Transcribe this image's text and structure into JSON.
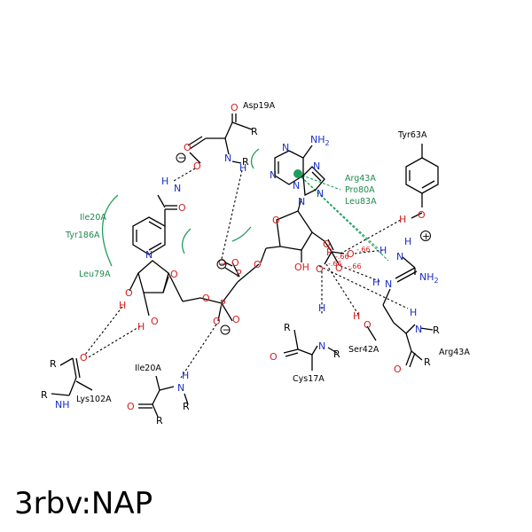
{
  "title": "3rbv:NAP",
  "colors": {
    "carbon_bonds": "#000000",
    "oxygen": "#d42020",
    "nitrogen": "#1a2fc9",
    "hydrophobic": "#1f9d5a",
    "distance": "#d42020"
  },
  "residues": {
    "asp19": "Asp19A",
    "tyr63": "Tyr63A",
    "arg43_contact": "Arg43A",
    "pro80": "Pro80A",
    "leu83": "Leu83A",
    "ile20_contact": "Ile20A",
    "tyr186": "Tyr186A",
    "leu79": "Leu79A",
    "lys102": "Lys102A",
    "ile20": "Ile20A",
    "cys17": "Cys17A",
    "ser42": "Ser42A",
    "arg43": "Arg43A"
  },
  "atoms": {
    "N": "N",
    "H": "H",
    "O": "O",
    "R": "R",
    "P": "P",
    "NH": "NH",
    "NH2": "NH",
    "NH2_sub": "2",
    "OH": "OH",
    "HO": "HO"
  },
  "charges": {
    "minus": "−",
    "plus": "+"
  },
  "partial_charges": {
    "a": "-.66",
    "b": "-.66",
    "c": "-.66",
    "d": "-.66"
  }
}
